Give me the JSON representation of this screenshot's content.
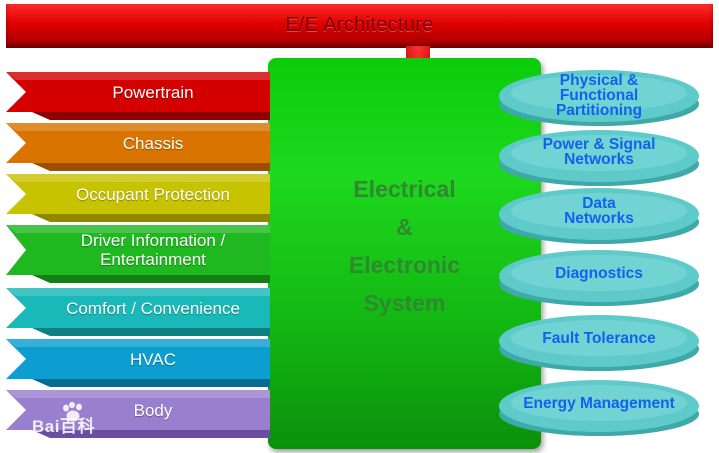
{
  "title": "E/E Architecture",
  "core": {
    "text": "Electrical\n&\nElectronic\nSystem"
  },
  "domains": [
    {
      "label": "Powertrain",
      "color": "#d40000",
      "dark": "#8e0000"
    },
    {
      "label": "Chassis",
      "color": "#d97400",
      "dark": "#9a5000"
    },
    {
      "label": "Occupant Protection",
      "color": "#c8c300",
      "dark": "#8c8800"
    },
    {
      "label": "Driver Information /\nEntertainment",
      "color": "#20b820",
      "dark": "#137e13"
    },
    {
      "label": "Comfort / Convenience",
      "color": "#1ab9b9",
      "dark": "#0f8080"
    },
    {
      "label": "HVAC",
      "color": "#0c9ed0",
      "dark": "#066c92"
    },
    {
      "label": "Body",
      "color": "#9a7fcf",
      "dark": "#6a4fa0"
    }
  ],
  "functions": [
    {
      "label": "Physical &\nFunctional\nPartitioning"
    },
    {
      "label": "Power & Signal\nNetworks"
    },
    {
      "label": "Data\nNetworks"
    },
    {
      "label": "Diagnostics"
    },
    {
      "label": "Fault Tolerance"
    },
    {
      "label": "Energy Management"
    }
  ],
  "watermark": {
    "text": "Bai百科",
    "alt": "baidu-paw-logo"
  }
}
